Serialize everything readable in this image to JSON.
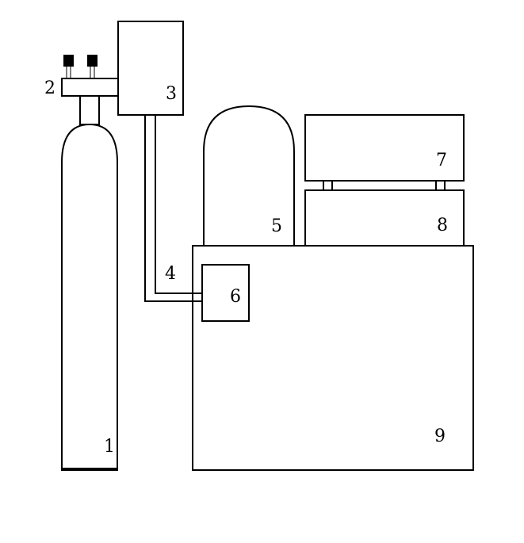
{
  "labels": {
    "cylinder": "1",
    "manifold": "2",
    "controller": "3",
    "pipe": "4",
    "dome": "5",
    "small_box": "6",
    "upper_unit": "7",
    "lower_unit": "8",
    "main_chamber": "9"
  },
  "colors": {
    "stroke": "#000000",
    "background": "#ffffff"
  }
}
